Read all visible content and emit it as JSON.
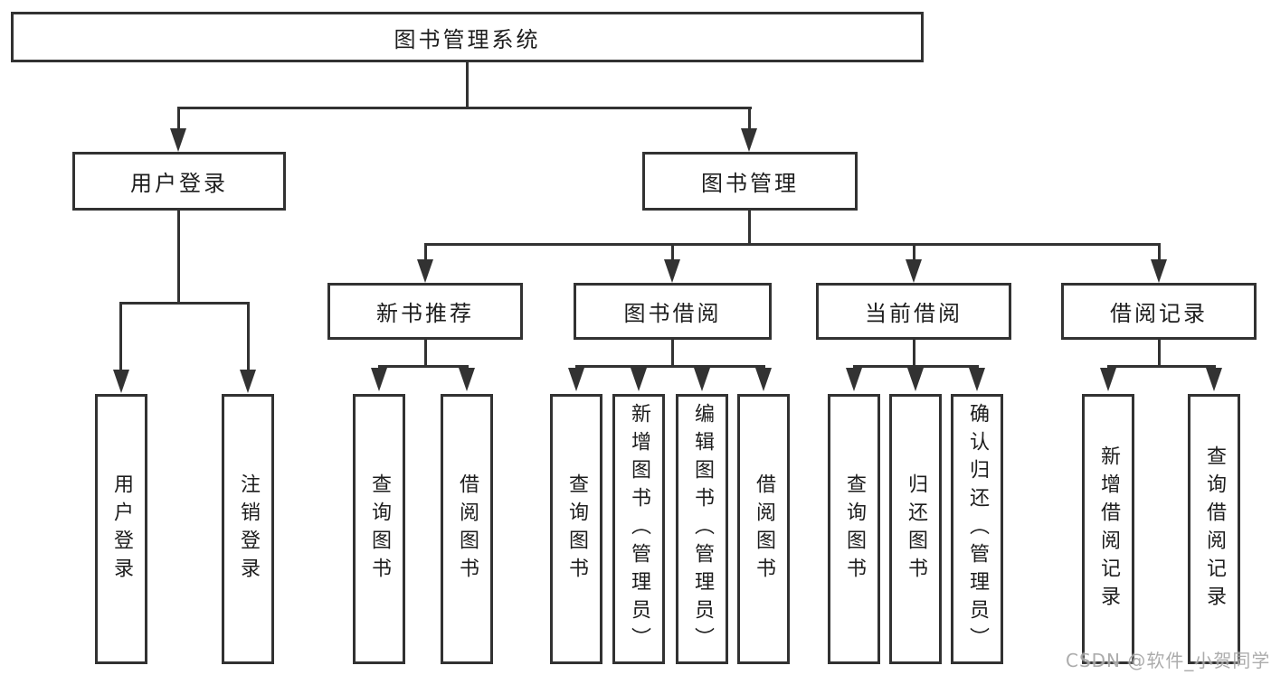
{
  "diagram": {
    "root": "图书管理系统",
    "branches": [
      {
        "label": "用户登录",
        "leaves": [
          "用户登录",
          "注销登录"
        ]
      },
      {
        "label": "图书管理",
        "groups": [
          {
            "label": "新书推荐",
            "leaves": [
              "查询图书",
              "借阅图书"
            ]
          },
          {
            "label": "图书借阅",
            "leaves": [
              "查询图书",
              "新增图书（管理员）",
              "编辑图书（管理员）",
              "借阅图书"
            ]
          },
          {
            "label": "当前借阅",
            "leaves": [
              "查询图书",
              "归还图书",
              "确认归还（管理员）"
            ]
          },
          {
            "label": "借阅记录",
            "leaves": [
              "新增借阅记录",
              "查询借阅记录"
            ]
          }
        ]
      }
    ]
  },
  "watermark": {
    "text": "CSDN @软件_小贺同学"
  },
  "colors": {
    "line": "#323232",
    "text": "#1d1d1d",
    "background": "#ffffff",
    "watermark": "#9e9e9e"
  }
}
